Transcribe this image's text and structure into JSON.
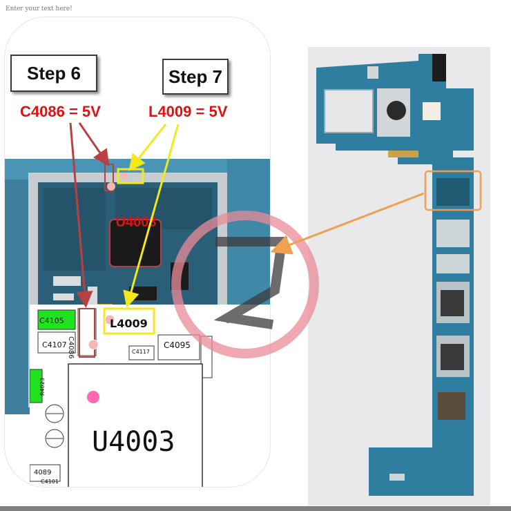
{
  "header": {
    "placeholder_text": "Enter your text here!"
  },
  "steps": [
    {
      "label": "Step 6",
      "measurement": "C4086 = 5V"
    },
    {
      "label": "Step 7",
      "measurement": "L4009 = 5V"
    }
  ],
  "photo": {
    "chip_label": "U4003"
  },
  "schematic": {
    "components": [
      "C4105",
      "C4086",
      "L4009",
      "C4107",
      "C4117",
      "C4095",
      "R4023",
      "U4003",
      "4089",
      "C4101"
    ]
  },
  "colors": {
    "accent_red": "#e21010",
    "highlight_yellow": "#f3e81b",
    "highlight_orange": "#f0a050",
    "pcb_blue": "#2f7ea0",
    "component_green": "#1ee31e"
  }
}
